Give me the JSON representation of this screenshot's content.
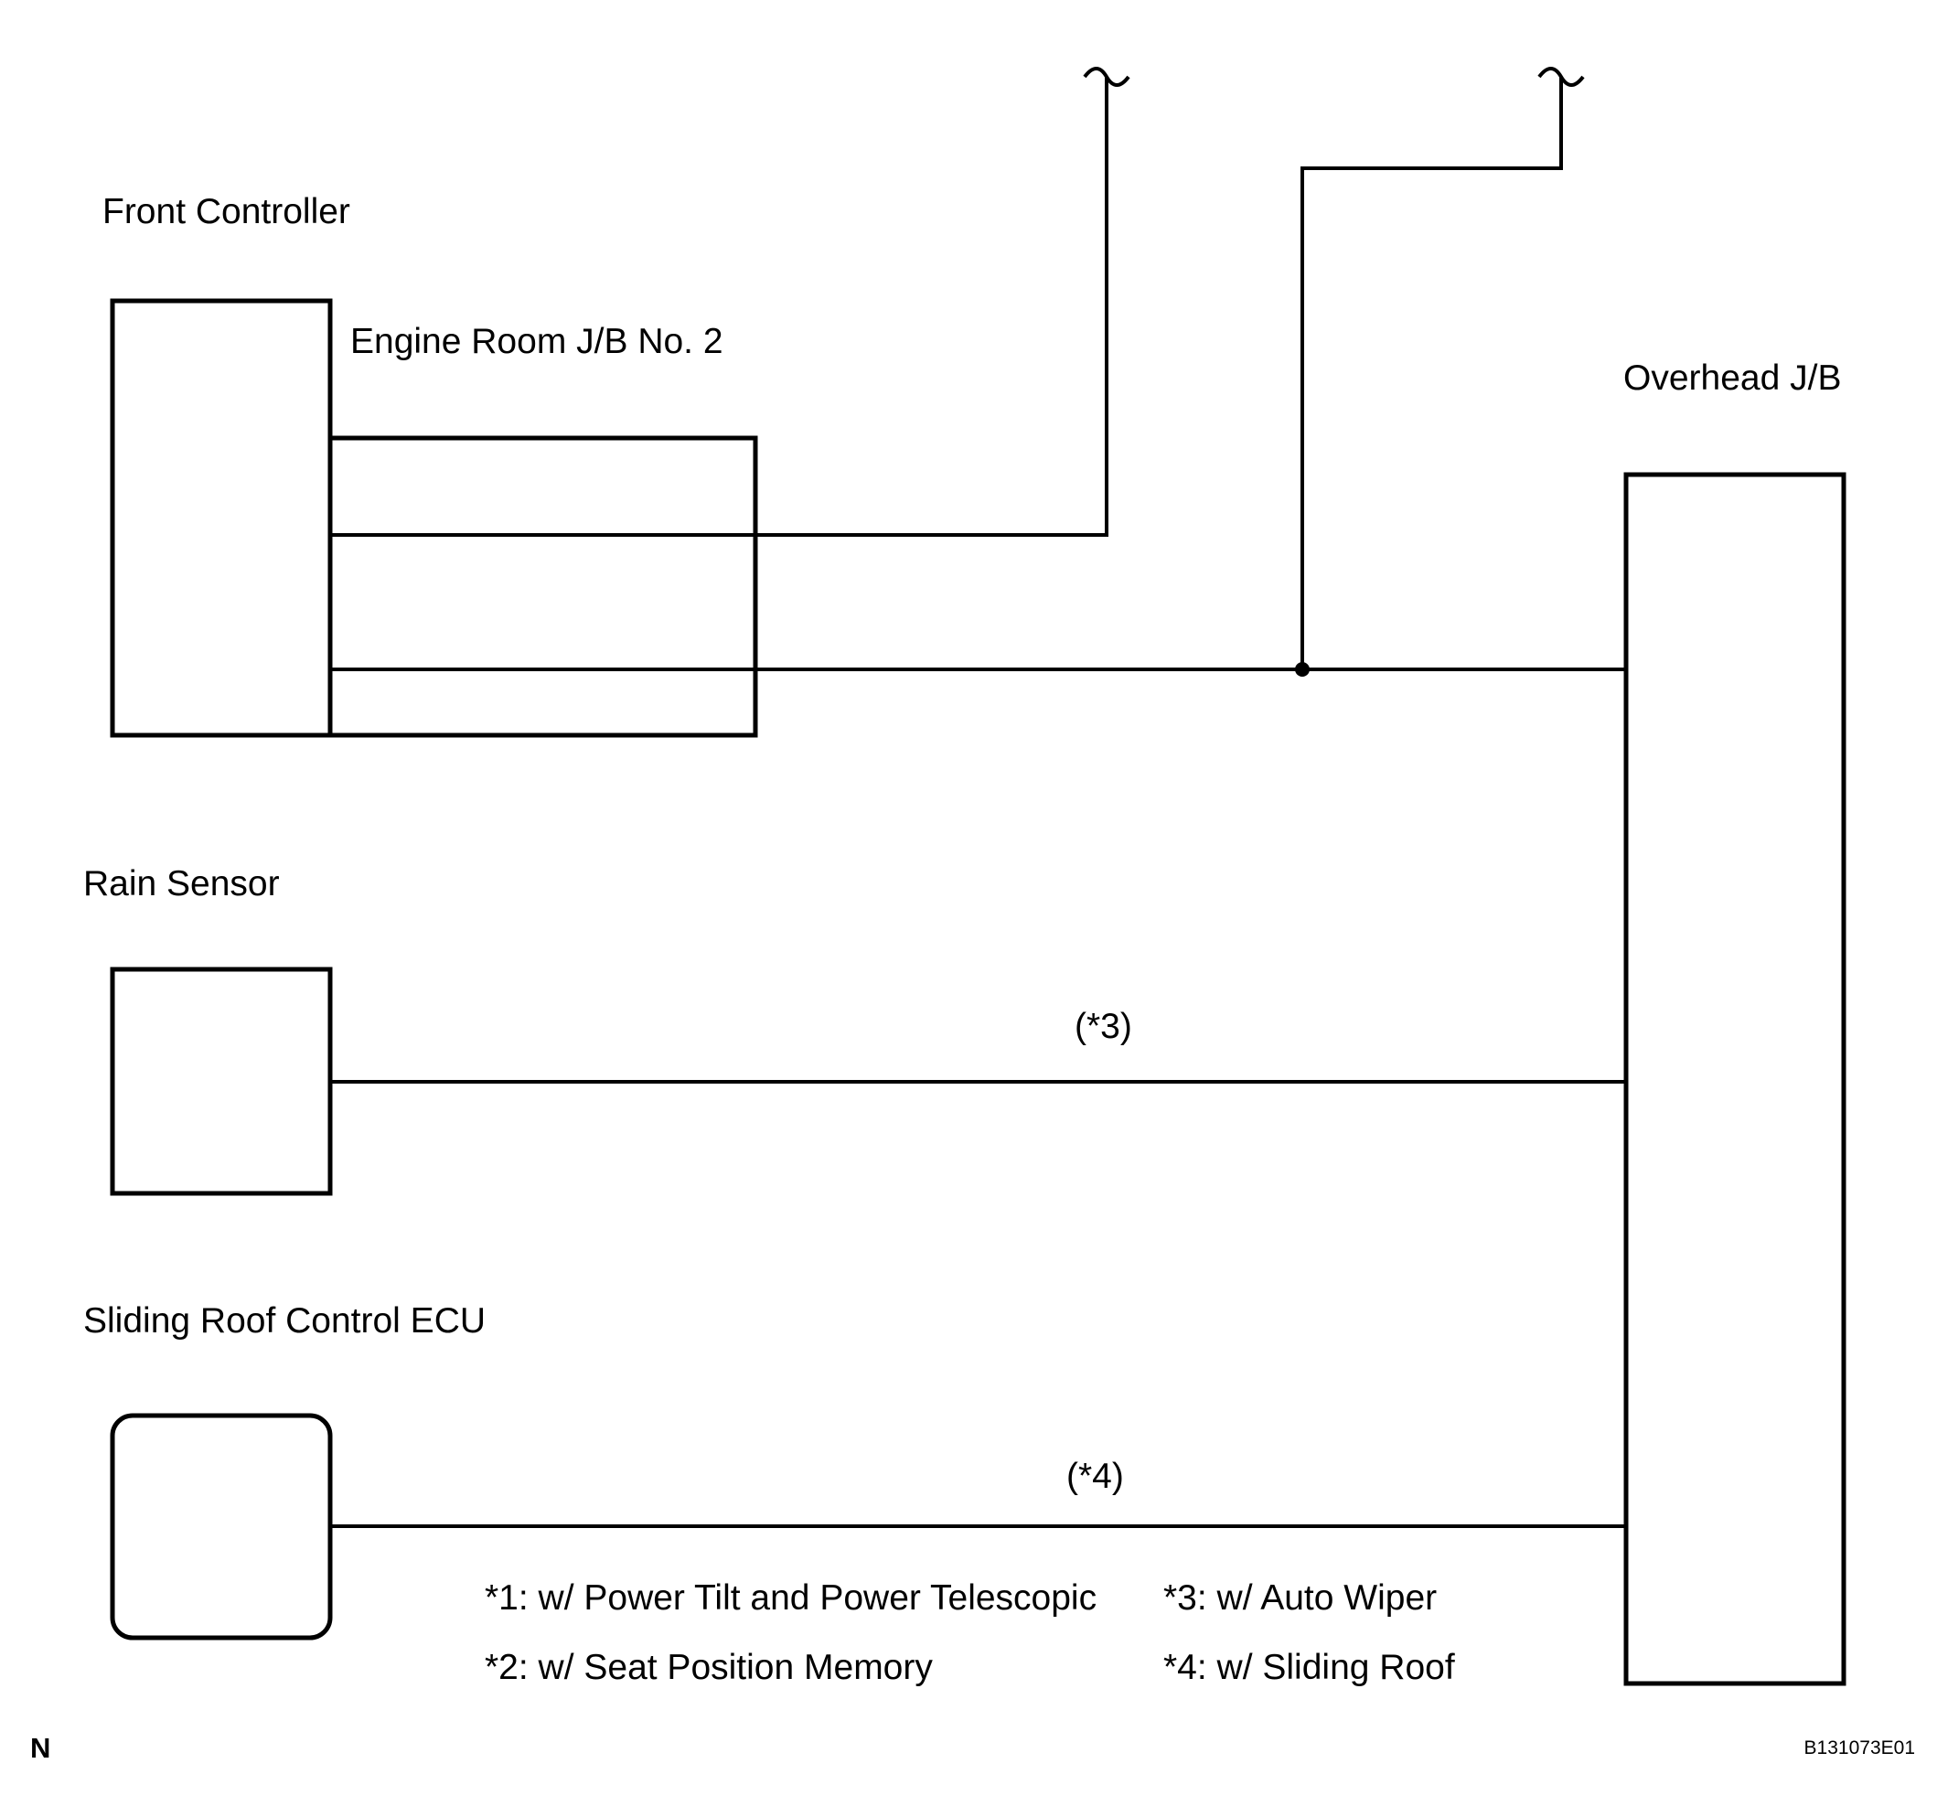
{
  "labels": {
    "front_controller": "Front Controller",
    "engine_room_jb": "Engine Room J/B No. 2",
    "overhead_jb": "Overhead J/B",
    "rain_sensor": "Rain Sensor",
    "sliding_roof_ecu": "Sliding Roof Control ECU"
  },
  "wire_tags": {
    "rain_sensor_wire": "(*3)",
    "sliding_roof_wire": "(*4)"
  },
  "notes": [
    "*1: w/ Power Tilt and Power Telescopic",
    "*2: w/ Seat Position Memory",
    "*3: w/ Auto Wiper",
    "*4: w/ Sliding Roof"
  ],
  "corner_mark": "N",
  "figure_code": "B131073E01"
}
